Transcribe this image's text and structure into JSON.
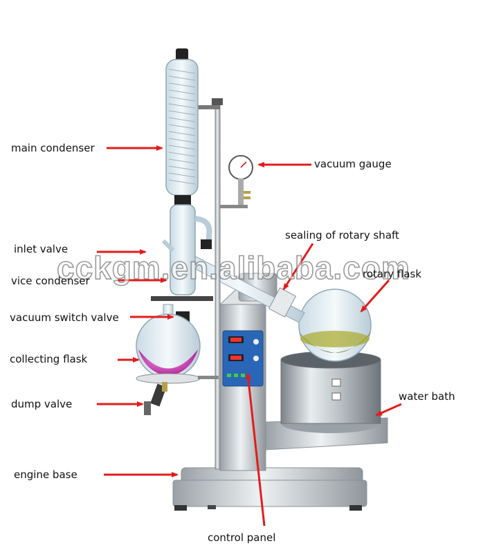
{
  "labels": {
    "main_condenser": "main condenser",
    "vacuum_gauge": "vacuum gauge",
    "sealing": "sealing of rotary shaft",
    "inlet_valve": "inlet valve",
    "vice_condenser": "vice condenser",
    "rotary_flask": "rotary flask",
    "vacuum_switch_valve": "vacuum switch valve",
    "collecting_flask": "collecting flask",
    "dump_valve": "dump valve",
    "water_bath": "water bath",
    "engine_base": "engine base",
    "control_panel": "control panel"
  },
  "watermark": "cckgm.en.alibaba.com",
  "colors": {
    "arrow": "#e31b1b",
    "glass": "#d8e6ee",
    "metal": "#c8cdd1",
    "purple_liquid": "#c33ba8",
    "olive_liquid": "#8a8a1c",
    "panel_blue": "#2a66b8"
  }
}
